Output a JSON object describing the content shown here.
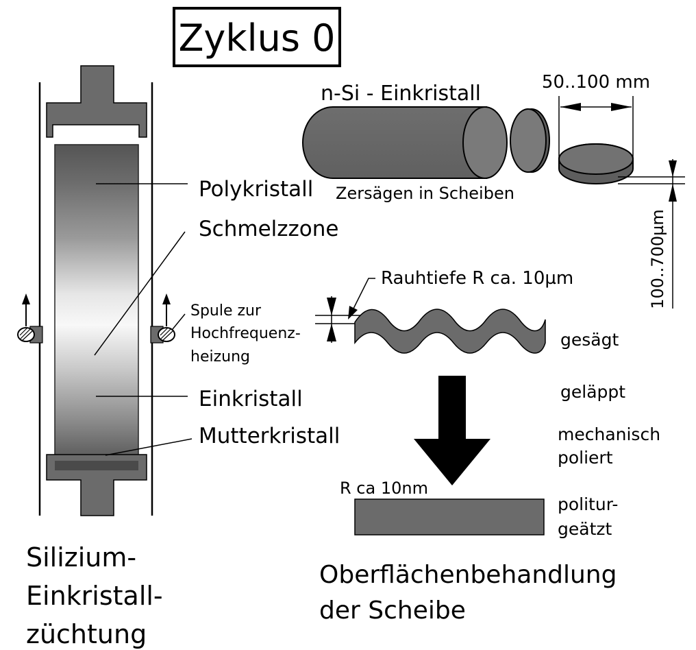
{
  "title": "Zyklus 0",
  "crystal_growth": {
    "labels": {
      "polycrystal": "Polykristall",
      "melt_zone": "Schmelzzone",
      "coil_line1": "Spule zur",
      "coil_line2": "Hochfrequenz-",
      "coil_line3": "heizung",
      "single_crystal": "Einkristall",
      "seed_crystal": "Mutterkristall"
    },
    "caption": [
      "Silizium-",
      "Einkristall-",
      "züchtung"
    ]
  },
  "wafer_cutting": {
    "ingot_label": "n-Si - Einkristall",
    "saw_label": "Zersägen in Scheiben",
    "diameter_label": "50..100 mm",
    "thickness_label": "100..700µm"
  },
  "surface_treatment": {
    "roughness_label": "Rauhtiefe R ca. 10µm",
    "step_sawn": "gesägt",
    "step_lapped": "geläppt",
    "step_polished": [
      "mechanisch",
      "poliert"
    ],
    "step_etched": [
      "politur-",
      "geätzt"
    ],
    "final_roughness": "R ca 10nm",
    "caption": [
      "Oberflächenbehandlung",
      "der Scheibe"
    ]
  },
  "colors": {
    "gray": "#6b6b6b",
    "dark": "#4a4a4a",
    "black": "#000000"
  }
}
